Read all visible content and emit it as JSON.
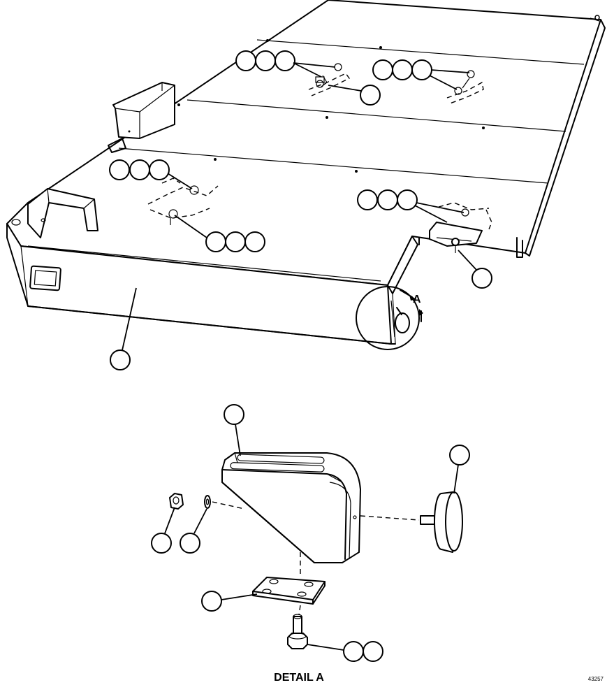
{
  "detail_view": {
    "caption": "DETAIL A",
    "marker_letter": "A"
  },
  "figure_number": "43257"
}
